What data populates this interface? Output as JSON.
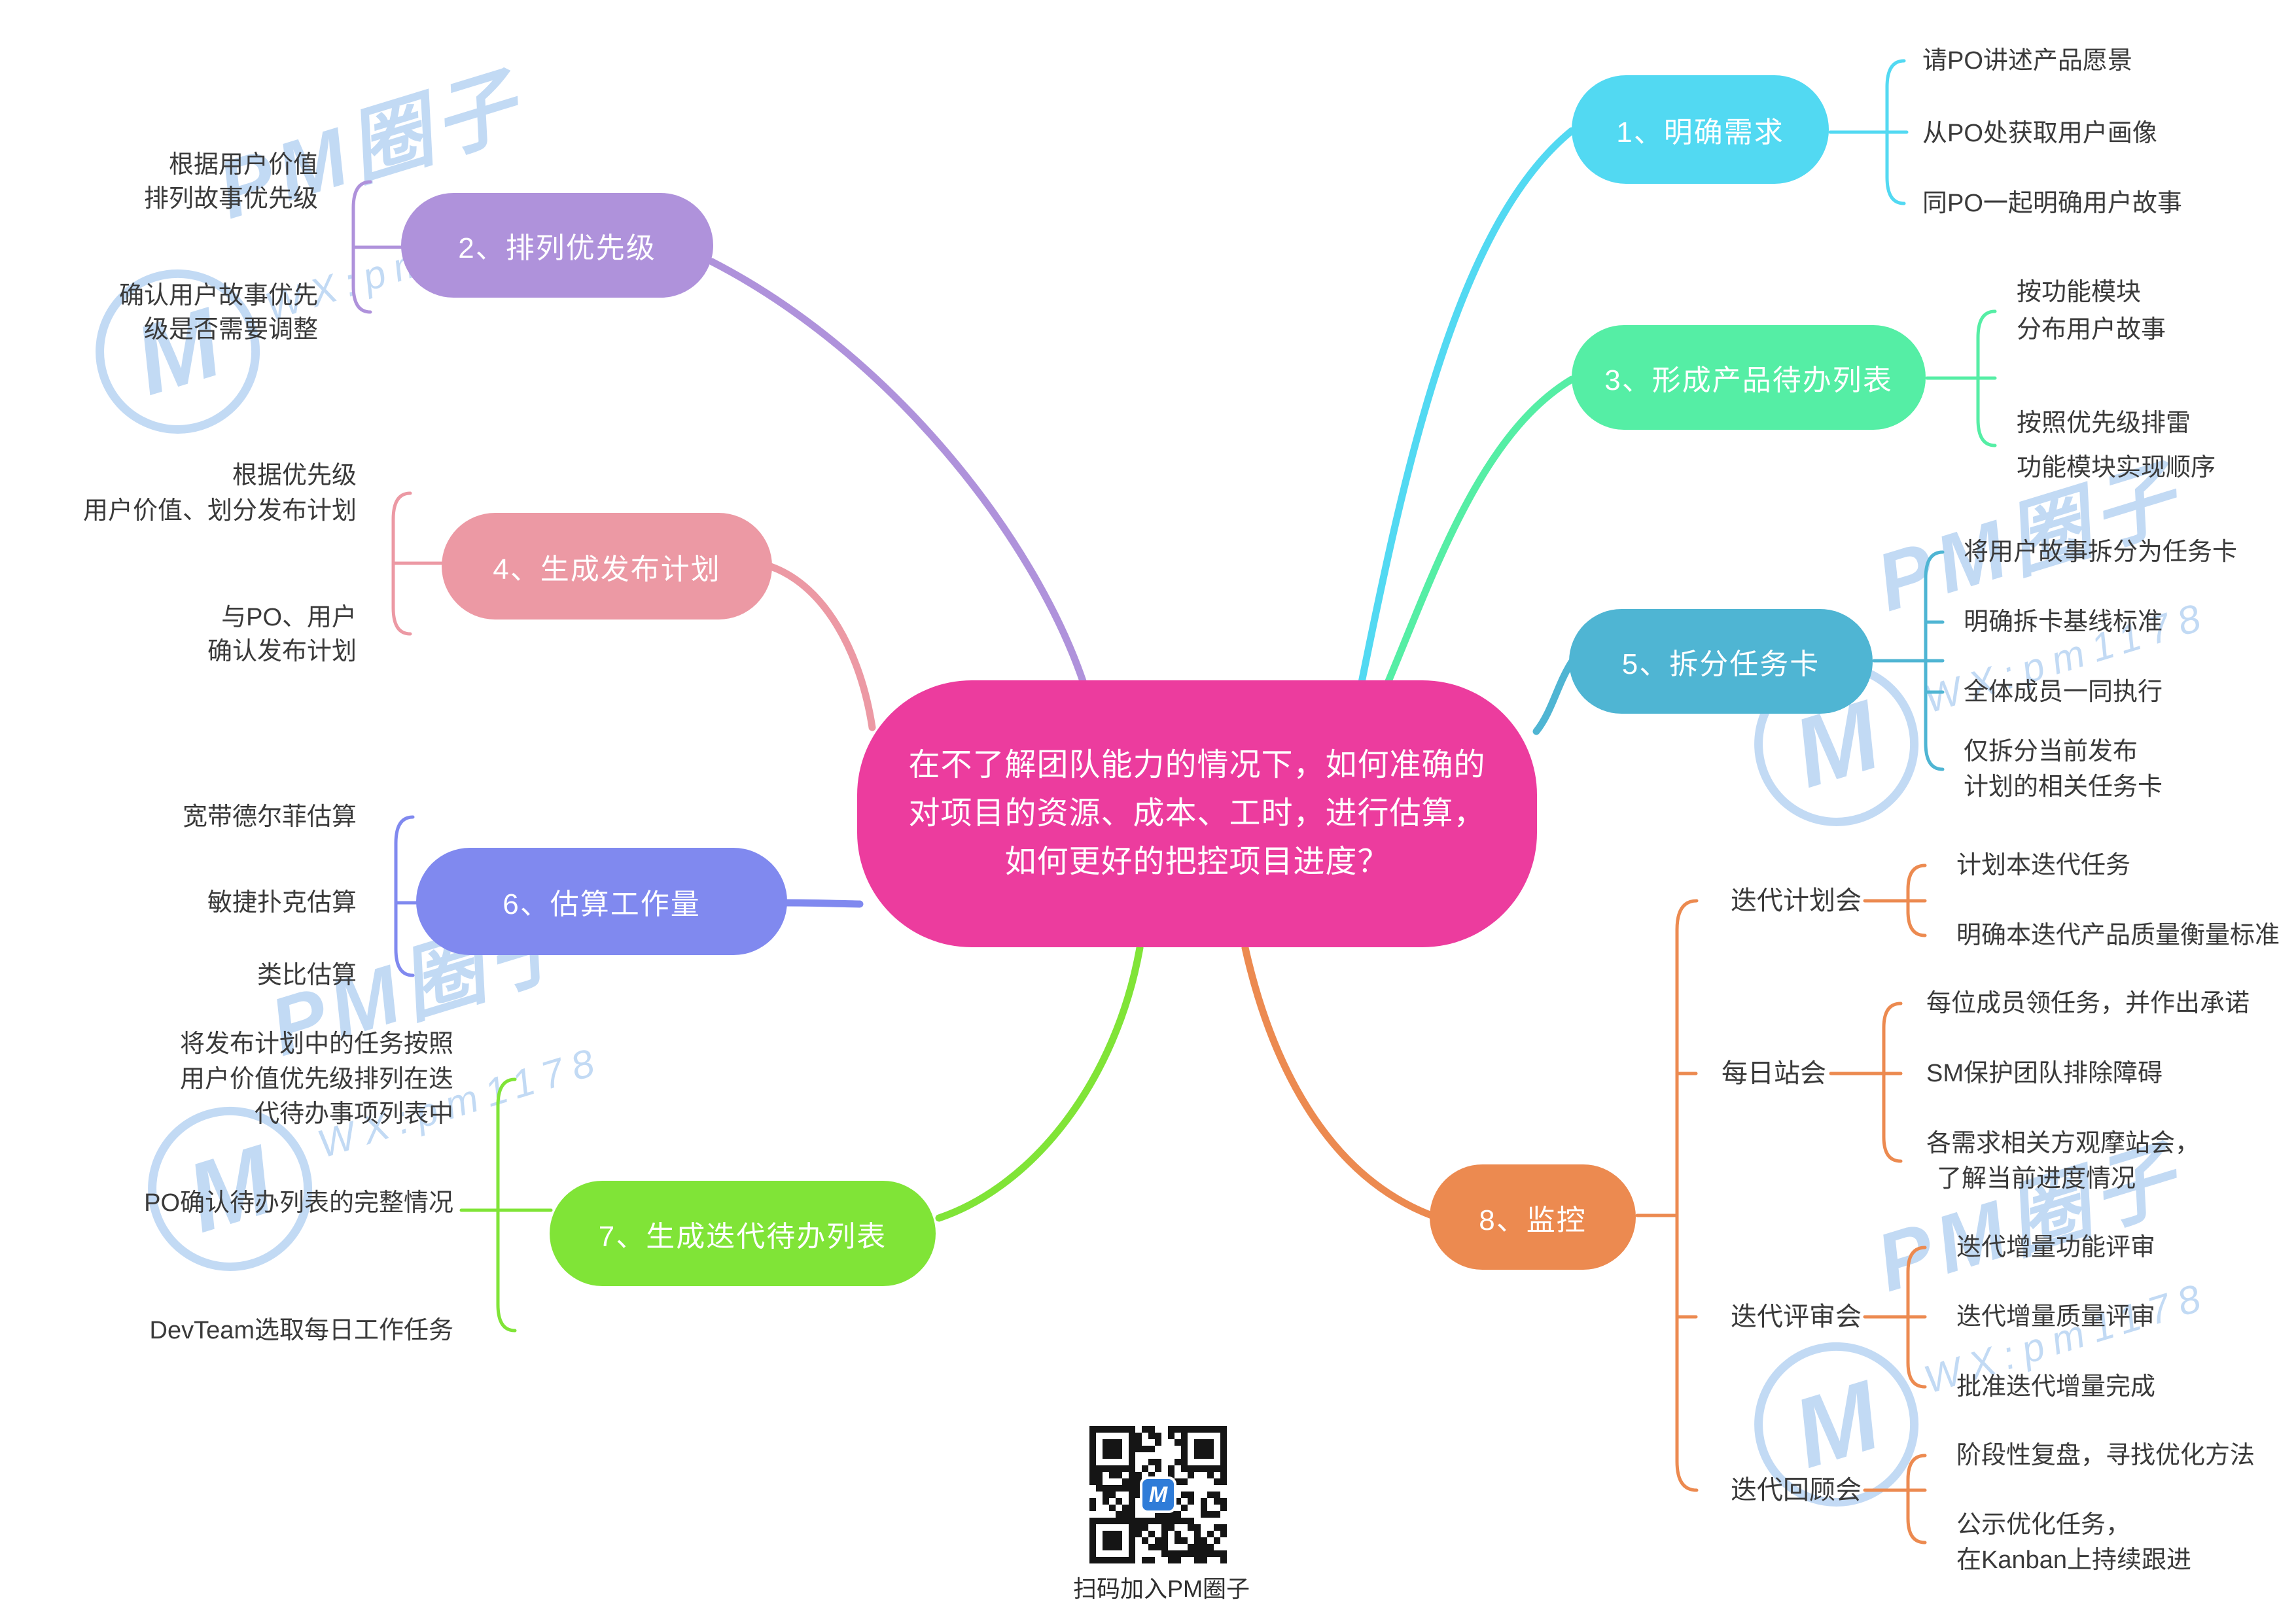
{
  "central": {
    "lines": [
      "在不了解团队能力的情况下，如何准确的",
      "对项目的资源、成本、工时，进行估算，",
      "如何更好的把控项目进度？"
    ],
    "color": "#ec3c9e"
  },
  "branches": [
    {
      "label": "1、明确需求",
      "color": "#52d9f2",
      "children": [
        {
          "lines": [
            "请PO讲述产品愿景"
          ]
        },
        {
          "lines": [
            "从PO处获取用户画像"
          ]
        },
        {
          "lines": [
            "同PO一起明确用户故事"
          ]
        }
      ]
    },
    {
      "label": "2、排列优先级",
      "color": "#af92db",
      "children": [
        {
          "lines": [
            "根据用户价值",
            "排列故事优先级"
          ]
        },
        {
          "lines": [
            "确认用户故事优先",
            "级是否需要调整"
          ]
        }
      ]
    },
    {
      "label": "3、形成产品待办列表",
      "color": "#55eea5",
      "children": [
        {
          "lines": [
            "按功能模块",
            "分布用户故事"
          ]
        },
        {
          "lines": [
            "按照优先级排雷",
            "功能模块实现顺序"
          ]
        }
      ]
    },
    {
      "label": "4、生成发布计划",
      "color": "#ec99a4",
      "children": [
        {
          "lines": [
            "根据优先级",
            "用户价值、划分发布计划"
          ]
        },
        {
          "lines": [
            "与PO、用户",
            "确认发布计划"
          ]
        }
      ]
    },
    {
      "label": "5、拆分任务卡",
      "color": "#4fb5d3",
      "children": [
        {
          "lines": [
            "将用户故事拆分为任务卡"
          ]
        },
        {
          "lines": [
            "明确拆卡基线标准"
          ]
        },
        {
          "lines": [
            "全体成员一同执行"
          ]
        },
        {
          "lines": [
            "仅拆分当前发布",
            "计划的相关任务卡"
          ]
        }
      ]
    },
    {
      "label": "6、估算工作量",
      "color": "#8089ef",
      "children": [
        {
          "lines": [
            "宽带德尔菲估算"
          ]
        },
        {
          "lines": [
            "敏捷扑克估算"
          ]
        },
        {
          "lines": [
            "类比估算"
          ]
        }
      ]
    },
    {
      "label": "7、生成迭代待办列表",
      "color": "#80e437",
      "children": [
        {
          "lines": [
            "将发布计划中的任务按照",
            "用户价值优先级排列在迭",
            "代待办事项列表中"
          ]
        },
        {
          "lines": [
            "PO确认待办列表的完整情况"
          ]
        },
        {
          "lines": [
            "DevTeam选取每日工作任务"
          ]
        }
      ]
    },
    {
      "label": "8、监控",
      "color": "#ec8a50",
      "groups": [
        {
          "label": "迭代计划会",
          "children": [
            {
              "lines": [
                "计划本迭代任务"
              ]
            },
            {
              "lines": [
                "明确本迭代产品质量衡量标准"
              ]
            }
          ]
        },
        {
          "label": "每日站会",
          "children": [
            {
              "lines": [
                "每位成员领任务，并作出承诺"
              ]
            },
            {
              "lines": [
                "SM保护团队排除障碍"
              ]
            },
            {
              "lines": [
                "各需求相关方观摩站会，",
                "了解当前进度情况"
              ]
            }
          ]
        },
        {
          "label": "迭代评审会",
          "children": [
            {
              "lines": [
                "迭代增量功能评审"
              ]
            },
            {
              "lines": [
                "迭代增量质量评审"
              ]
            },
            {
              "lines": [
                "批准迭代增量完成"
              ]
            }
          ]
        },
        {
          "label": "迭代回顾会",
          "children": [
            {
              "lines": [
                "阶段性复盘，寻找优化方法"
              ]
            },
            {
              "lines": [
                "公示优化任务，",
                "在Kanban上持续跟进"
              ]
            }
          ]
        }
      ]
    }
  ],
  "watermark": {
    "brand": "PM圈子",
    "wechat": "WX:pm1178",
    "logo_letter": "M"
  },
  "qr": {
    "caption": "扫码加入PM圈子"
  }
}
